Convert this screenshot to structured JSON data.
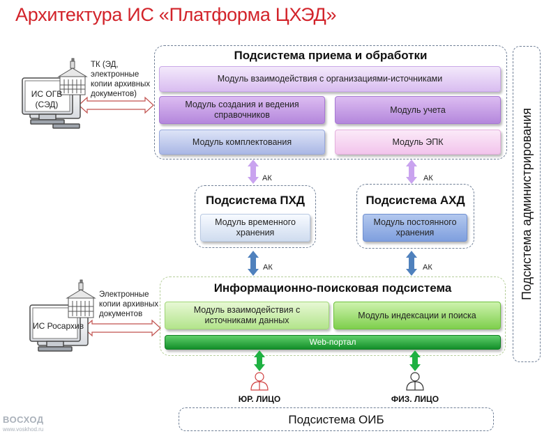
{
  "title": "Архитектура ИС «Платформа ЦХЭД»",
  "intake": {
    "title": "Подсистема приема и обработки",
    "modules": {
      "interaction": "Модуль взаимодействия с организациями-источниками",
      "references": "Модуль создания и ведения справочников",
      "accounting": "Модуль учета",
      "acquisition": "Модуль комплектования",
      "epk": "Модуль ЭПК"
    }
  },
  "phd": {
    "title": "Подсистема ПХД",
    "module": "Модуль временного хранения"
  },
  "ahd": {
    "title": "Подсистема АХД",
    "module": "Модуль постоянного хранения"
  },
  "search": {
    "title": "Информационно-поисковая подсистема",
    "modules": {
      "sources": "Модуль взаимодействия с источниками данных",
      "indexing": "Модуль индексации и поиска",
      "portal": "Web-портал"
    }
  },
  "admin": {
    "title": "Подсистема администрирования"
  },
  "oib": {
    "title": "Подсистема ОИБ"
  },
  "external": {
    "ogv": {
      "label": "ИС ОГВ (СЭД)",
      "link_text": "ТК (ЭД, электронные копии архивных документов)"
    },
    "rosarchive": {
      "label": "ИС Росархив",
      "link_text": "Электронные копии архивных документов"
    }
  },
  "connectors": {
    "ak": "АК"
  },
  "users": {
    "legal": "ЮР. ЛИЦО",
    "physical": "ФИЗ. ЛИЦО"
  },
  "logo": {
    "name": "ВОСХОД",
    "url": "www.voskhod.ru"
  },
  "colors": {
    "title": "#d2232a",
    "intake_arrows": "#c9a3ef",
    "storage_arrows": "#4f81bd",
    "user_arrows": "#1fb142"
  }
}
